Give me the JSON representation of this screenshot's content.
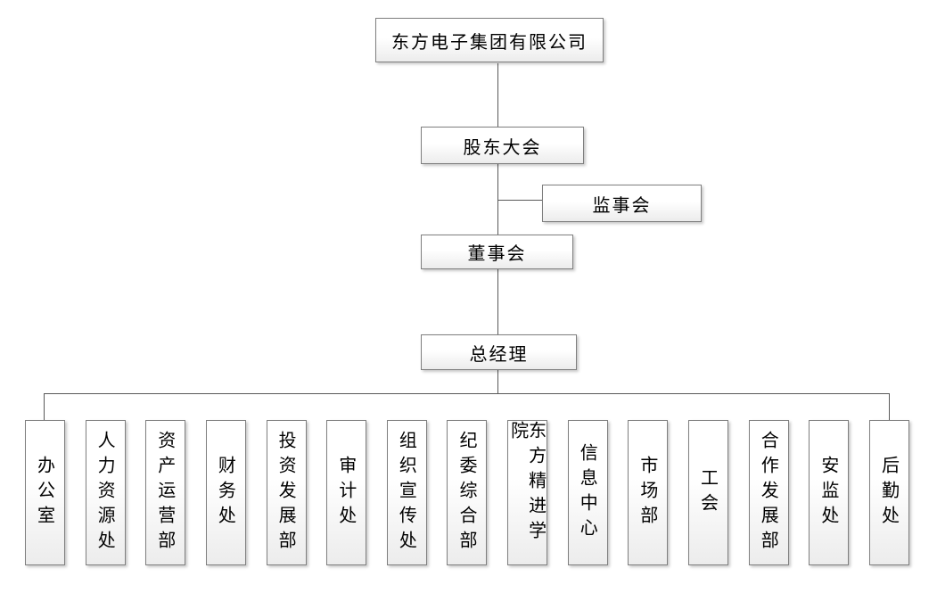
{
  "diagram": {
    "type": "org-chart",
    "nodes": {
      "company": "东方电子集团有限公司",
      "shareholders_meeting": "股东大会",
      "supervisory_board": "监事会",
      "board_of_directors": "董事会",
      "general_manager": "总经理"
    },
    "departments": [
      "办公室",
      "人力资源处",
      "资产运营部",
      "财务处",
      "投资发展部",
      "审计处",
      "组织宣传处",
      "纪委综合部",
      "东方精进学院",
      "信息中心",
      "市场部",
      "工会",
      "合作发展部",
      "安监处",
      "后勤处"
    ],
    "colors": {
      "background": "#ffffff",
      "box_border": "#7f7f7f",
      "box_fill_top": "#ffffff",
      "box_fill_bottom": "#ececec",
      "connector": "#595959",
      "text": "#000000"
    }
  }
}
